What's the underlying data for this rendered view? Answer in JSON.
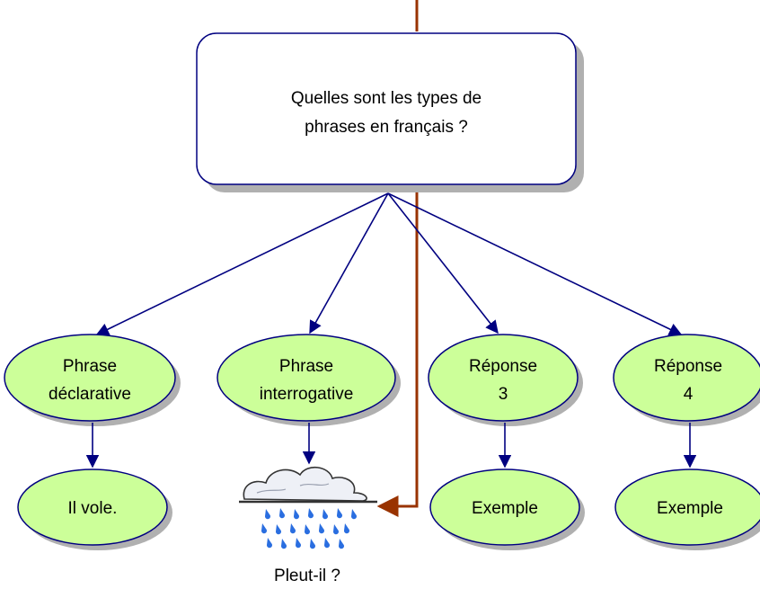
{
  "root": {
    "line1": "Quelles sont les types de",
    "line2": "phrases en français ?"
  },
  "nodes": [
    {
      "line1": "Phrase",
      "line2": "déclarative"
    },
    {
      "line1": "Phrase",
      "line2": "interrogative"
    },
    {
      "line1": "Réponse",
      "line2": "3"
    },
    {
      "line1": "Réponse",
      "line2": "4"
    }
  ],
  "examples": [
    {
      "text": "Il vole."
    },
    {
      "text": "Pleut-il ?",
      "icon": "rain-cloud-icon"
    },
    {
      "text": "Exemple"
    },
    {
      "text": "Exemple"
    }
  ],
  "colors": {
    "node_fill": "#ccff99",
    "node_stroke": "#000080",
    "arrow": "#000080",
    "link": "#993300",
    "shadow": "#b0b0b0",
    "rain": "#2a6ee0"
  }
}
